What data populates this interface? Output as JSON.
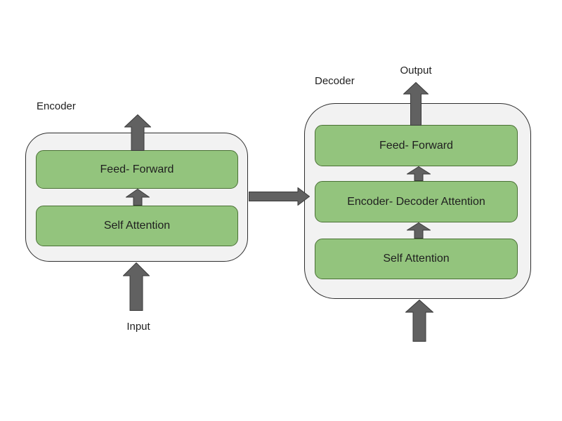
{
  "diagram": {
    "encoder": {
      "label": "Encoder",
      "blocks": [
        "Feed- Forward",
        "Self Attention"
      ],
      "input_label": "Input"
    },
    "decoder": {
      "label": "Decoder",
      "blocks": [
        "Feed- Forward",
        "Encoder- Decoder Attention",
        "Self Attention"
      ],
      "output_label": "Output"
    },
    "arrows": [
      {
        "name": "input-to-encoder",
        "direction": "up"
      },
      {
        "name": "encoder-self-attention-to-feed-forward",
        "direction": "up"
      },
      {
        "name": "encoder-feed-forward-out",
        "direction": "up"
      },
      {
        "name": "encoder-to-decoder",
        "direction": "right"
      },
      {
        "name": "decoder-input-to-self-attention",
        "direction": "up"
      },
      {
        "name": "decoder-self-attention-to-encoder-decoder-attention",
        "direction": "up"
      },
      {
        "name": "decoder-encoder-decoder-attention-to-feed-forward",
        "direction": "up"
      },
      {
        "name": "decoder-feed-forward-to-output",
        "direction": "up"
      }
    ]
  },
  "colors": {
    "block-fill": "#93c47d",
    "block-border": "#4a7135",
    "container-fill": "#f2f2f2",
    "container-border": "#2e2e2e",
    "arrow-fill": "#616161",
    "arrow-border": "#3a3a3a",
    "text": "#1f1f1f",
    "background": "#ffffff"
  }
}
